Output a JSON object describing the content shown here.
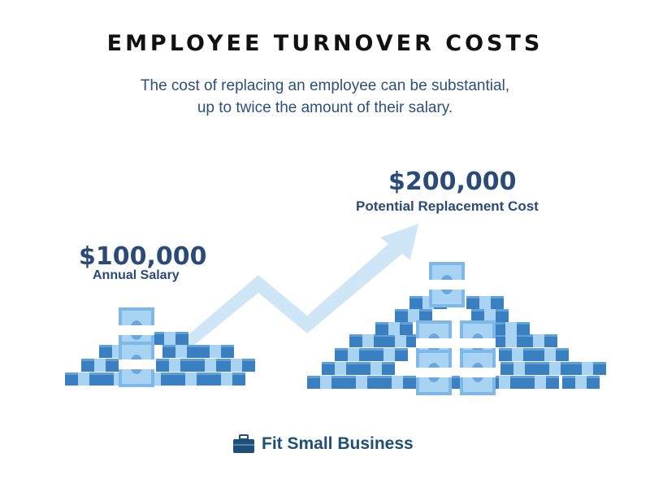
{
  "header": {
    "title": "EMPLOYEE TURNOVER COSTS",
    "subtitle_line1": "The cost of replacing an employee can be substantial,",
    "subtitle_line2": "up to twice the amount of their salary."
  },
  "salary": {
    "amount": "$100,000",
    "label": "Annual Salary"
  },
  "replacement": {
    "amount": "$200,000",
    "label": "Potential Replacement Cost"
  },
  "brand": {
    "name": "Fit Small Business",
    "icon": "briefcase-icon"
  },
  "colors": {
    "title": "#111111",
    "accent": "#2a4a78",
    "money_dark": "#3a7fbf",
    "money_light": "#a9d3f3",
    "arrow": "#cfe6f7"
  }
}
